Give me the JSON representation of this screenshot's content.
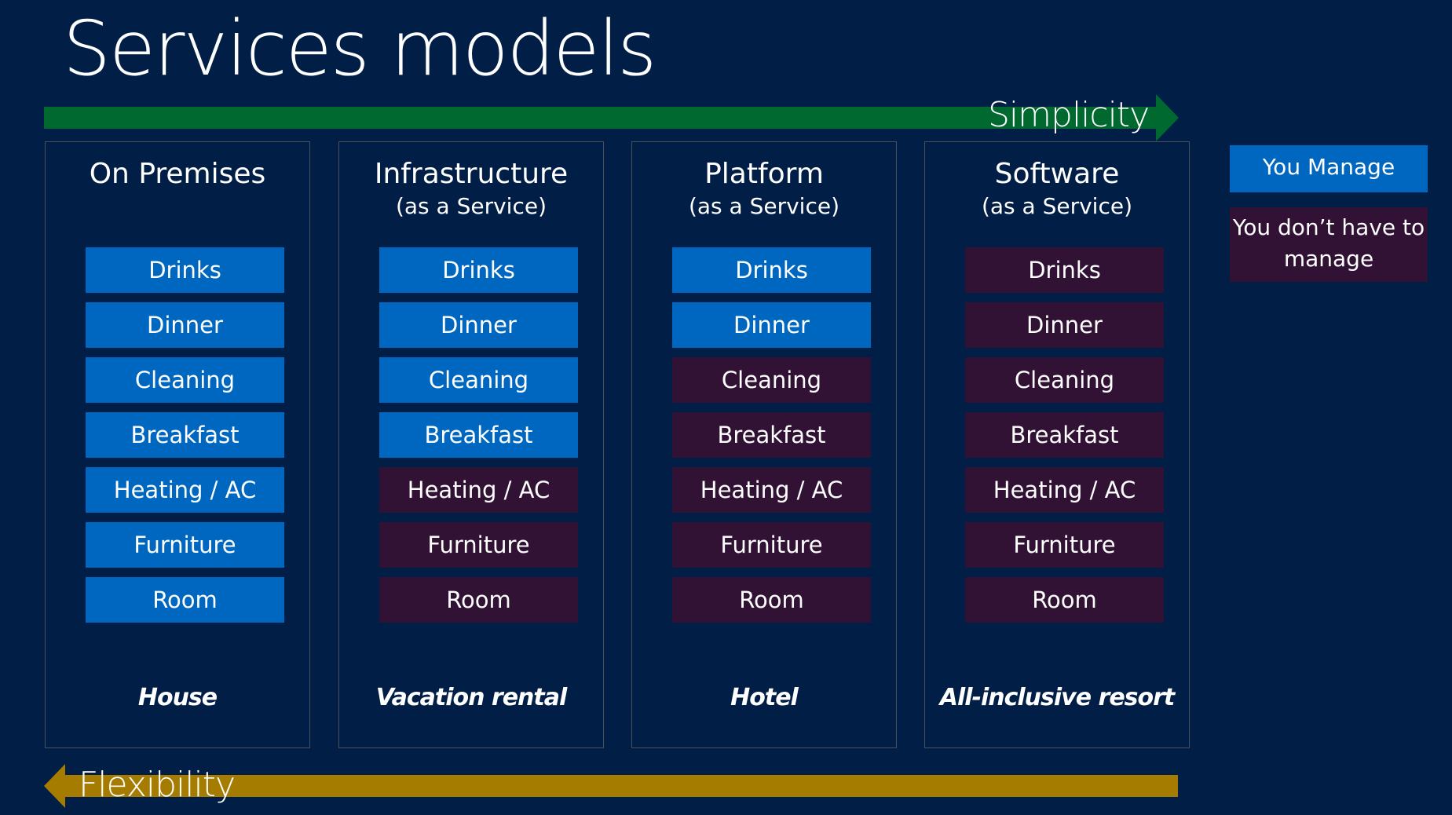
{
  "title": "Services models",
  "colors": {
    "background": "#001e46",
    "you_manage": "#0067c0",
    "not_managed": "#311235",
    "simplicity_arrow": "#00692f",
    "flexibility_arrow": "#a67c00"
  },
  "simplicity_label": "Simplicity",
  "flexibility_label": "Flexibility",
  "legend": {
    "you_manage": "You Manage",
    "not_managed": "You don’t have to manage"
  },
  "models": [
    {
      "title": "On Premises",
      "subtitle": "",
      "example": "House",
      "items": [
        {
          "label": "Drinks",
          "managed": true
        },
        {
          "label": "Dinner",
          "managed": true
        },
        {
          "label": "Cleaning",
          "managed": true
        },
        {
          "label": "Breakfast",
          "managed": true
        },
        {
          "label": "Heating / AC",
          "managed": true
        },
        {
          "label": "Furniture",
          "managed": true
        },
        {
          "label": "Room",
          "managed": true
        }
      ]
    },
    {
      "title": "Infrastructure",
      "subtitle": "(as a Service)",
      "example": "Vacation rental",
      "items": [
        {
          "label": "Drinks",
          "managed": true
        },
        {
          "label": "Dinner",
          "managed": true
        },
        {
          "label": "Cleaning",
          "managed": true
        },
        {
          "label": "Breakfast",
          "managed": true
        },
        {
          "label": "Heating / AC",
          "managed": false
        },
        {
          "label": "Furniture",
          "managed": false
        },
        {
          "label": "Room",
          "managed": false
        }
      ]
    },
    {
      "title": "Platform",
      "subtitle": "(as a Service)",
      "example": "Hotel",
      "items": [
        {
          "label": "Drinks",
          "managed": true
        },
        {
          "label": "Dinner",
          "managed": true
        },
        {
          "label": "Cleaning",
          "managed": false
        },
        {
          "label": "Breakfast",
          "managed": false
        },
        {
          "label": "Heating / AC",
          "managed": false
        },
        {
          "label": "Furniture",
          "managed": false
        },
        {
          "label": "Room",
          "managed": false
        }
      ]
    },
    {
      "title": "Software",
      "subtitle": "(as a Service)",
      "example": "All-inclusive resort",
      "items": [
        {
          "label": "Drinks",
          "managed": false
        },
        {
          "label": "Dinner",
          "managed": false
        },
        {
          "label": "Cleaning",
          "managed": false
        },
        {
          "label": "Breakfast",
          "managed": false
        },
        {
          "label": "Heating / AC",
          "managed": false
        },
        {
          "label": "Furniture",
          "managed": false
        },
        {
          "label": "Room",
          "managed": false
        }
      ]
    }
  ]
}
